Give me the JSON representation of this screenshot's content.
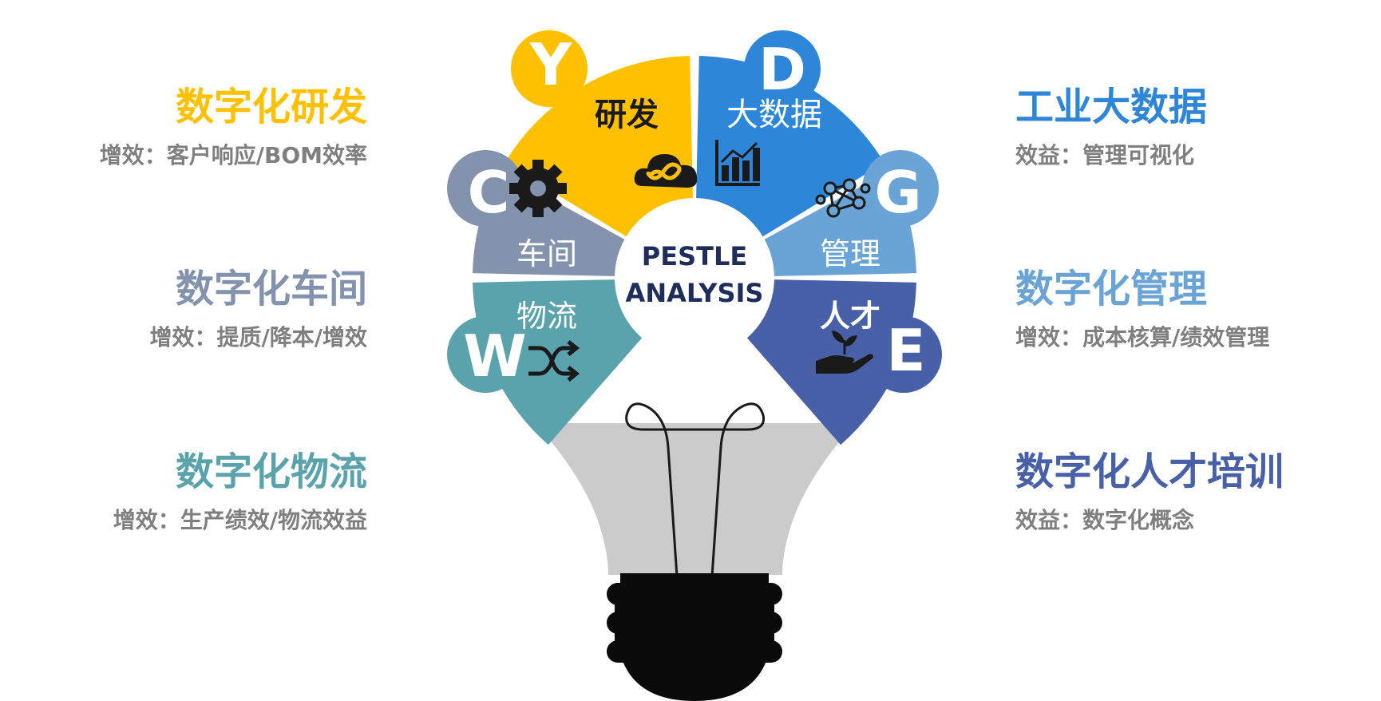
{
  "center": {
    "line1": "PESTLE",
    "line2": "ANALYSIS"
  },
  "segments": [
    {
      "id": "y",
      "letter": "Y",
      "label": "研发",
      "color": "#ffc000",
      "icon": "cloud-infinity-icon"
    },
    {
      "id": "d",
      "letter": "D",
      "label": "大数据",
      "color": "#2e86d8",
      "icon": "bar-chart-icon"
    },
    {
      "id": "g",
      "letter": "G",
      "label": "管理",
      "color": "#6aa3d5",
      "icon": "network-icon"
    },
    {
      "id": "e",
      "letter": "E",
      "label": "人才",
      "color": "#4760a8",
      "icon": "hand-plant-icon"
    },
    {
      "id": "w",
      "letter": "W",
      "label": "物流",
      "color": "#5aa3ac",
      "icon": "shuffle-icon"
    },
    {
      "id": "c",
      "letter": "C",
      "label": "车间",
      "color": "#8392ad",
      "icon": "gear-icon"
    }
  ],
  "left": [
    {
      "title": "数字化研发",
      "subtitle": "增效：客户响应/BOM效率",
      "color": "#ffc000"
    },
    {
      "title": "数字化车间",
      "subtitle": "增效：提质/降本/增效",
      "color": "#8392ad"
    },
    {
      "title": "数字化物流",
      "subtitle": "增效：生产绩效/物流效益",
      "color": "#5aa3ac"
    }
  ],
  "right": [
    {
      "title": "工业大数据",
      "subtitle": "效益：管理可视化",
      "color": "#2e86d8"
    },
    {
      "title": "数字化管理",
      "subtitle": "增效：成本核算/绩效管理",
      "color": "#6aa3d5"
    },
    {
      "title": "数字化人才培训",
      "subtitle": "效益：数字化概念",
      "color": "#4760a8"
    }
  ]
}
